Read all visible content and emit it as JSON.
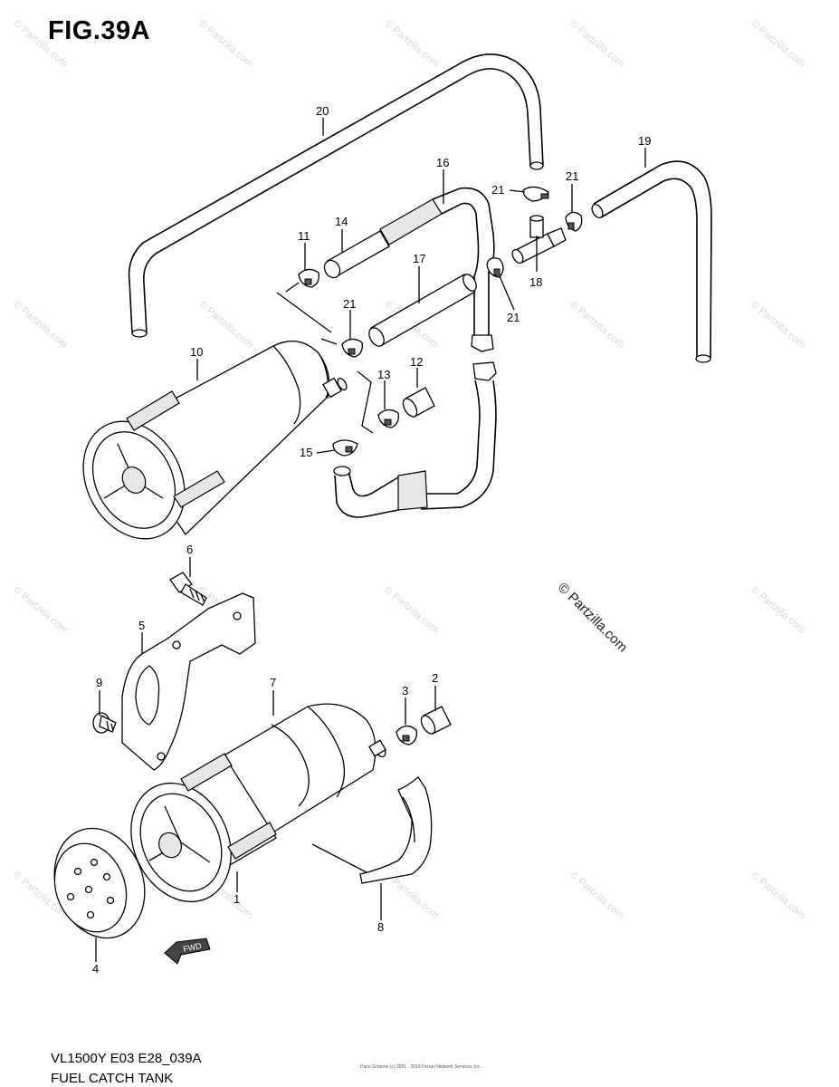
{
  "figure": {
    "title": "FIG.39A",
    "model_code": "VL1500Y E03 E28_039A",
    "name": "FUEL CATCH TANK",
    "copyright": "© Partzilla.com",
    "fine_print": "Parts Scheme (c) 2001 · 2013 Ferrari Network Services, Inc.",
    "watermark": "© Partzilla.com"
  },
  "callouts": {
    "c1": "1",
    "c2": "2",
    "c3": "3",
    "c4": "4",
    "c5": "5",
    "c6": "6",
    "c7": "7",
    "c8": "8",
    "c9": "9",
    "c10": "10",
    "c11": "11",
    "c12": "12",
    "c13": "13",
    "c14": "14",
    "c15": "15",
    "c16": "16",
    "c17": "17",
    "c18": "18",
    "c19": "19",
    "c20": "20",
    "c21a": "21",
    "c21b": "21",
    "c21c": "21",
    "c21d": "21"
  },
  "fwd_label": "FWD"
}
